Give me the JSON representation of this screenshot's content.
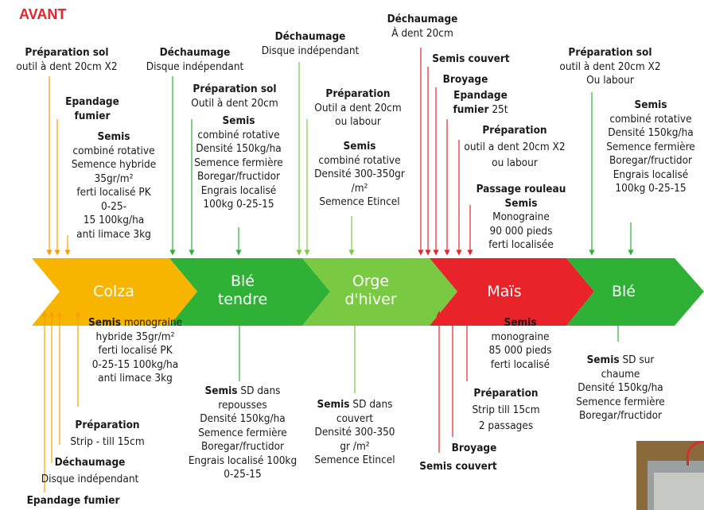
{
  "title": "AVANT",
  "crops": [
    {
      "label_l1": "Colza",
      "label_l2": "",
      "color": "#f7b500"
    },
    {
      "label_l1": "Blé",
      "label_l2": "tendre",
      "color": "#2eb135"
    },
    {
      "label_l1": "Orge",
      "label_l2": "d'hiver",
      "color": "#7ac943"
    },
    {
      "label_l1": "Maïs",
      "label_l2": "",
      "color": "#e8232a"
    },
    {
      "label_l1": "Blé",
      "label_l2": "",
      "color": "#2eb135"
    }
  ],
  "top": {
    "colza_prep": [
      "Préparation sol",
      "outil à dent 20cm X2"
    ],
    "colza_epandage": [
      "Epandage",
      "fumier"
    ],
    "colza_semis": [
      "Semis",
      "combiné rotative",
      "Semence hybride",
      "35gr/m²",
      "ferti localisé PK",
      "0-25-",
      "15 100kg/ha",
      "anti limace 3kg"
    ],
    "ble_dechaumage": [
      "Déchaumage",
      "Disque indépendant"
    ],
    "ble_prep": [
      "Préparation sol",
      "Outil à dent 20cm"
    ],
    "ble_semis": [
      "Semis",
      "combiné rotative",
      "Densité 150kg/ha",
      "Semence fermière",
      "Boregar/fructidor",
      "Engrais localisé",
      "100kg 0-25-15"
    ],
    "orge_dechaumage": [
      "Déchaumage",
      "Disque indépendant"
    ],
    "orge_prep": [
      "Préparation",
      "Outil a dent 20cm",
      "ou labour"
    ],
    "orge_semis": [
      "Semis",
      "combiné rotative",
      "Densité 300-350gr",
      "/m²",
      "Semence Etincel"
    ],
    "mais_dechaumage": [
      "Déchaumage",
      "À dent 20cm"
    ],
    "mais_semis_couvert": "Semis couvert",
    "mais_broyage": "Broyage",
    "mais_epandage_b": [
      "Epandage",
      "fumier"
    ],
    "mais_epandage_n": "25t",
    "mais_prep": [
      "Préparation",
      "outil a dent 20cm X2",
      "ou labour"
    ],
    "mais_passage": [
      "Passage rouleau",
      "Semis"
    ],
    "mais_semis": [
      "Monograine",
      "90 000 pieds",
      "ferti localisée"
    ],
    "ble2_prep": [
      "Préparation sol",
      "outil à dent 20cm X2",
      "Ou labour"
    ],
    "ble2_semis": [
      "Semis",
      "combiné rotative",
      "Densité 150kg/ha",
      "Semence fermière",
      "Boregar/fructidor",
      "Engrais localisé",
      "100kg 0-25-15"
    ]
  },
  "bottom": {
    "colza_semis_b": "Semis",
    "colza_semis": [
      "monograine",
      "hybride 35gr/m²",
      "ferti localisé PK",
      "0-25-15 100kg/ha",
      "anti limace 3kg"
    ],
    "colza_prep": [
      "Préparation",
      "Strip - till 15cm"
    ],
    "colza_dechaumage": [
      "Déchaumage",
      "Disque indépendant"
    ],
    "colza_epandage": "Epandage fumier",
    "ble_semis_b": "Semis",
    "ble_semis": [
      "SD dans",
      "repousses",
      "Densité 150kg/ha",
      "Semence fermière",
      "Boregar/fructidor",
      "Engrais localisé 100kg",
      "0-25-15"
    ],
    "orge_semis_b": "Semis",
    "orge_semis": [
      "SD dans",
      "couvert",
      "Densité 300-350",
      "gr /m²",
      "Semence Etincel"
    ],
    "mais_semis": [
      "Semis",
      "monograine",
      "85 000 pieds",
      "ferti localisé"
    ],
    "mais_prep": [
      "Préparation",
      "Strip till 15cm",
      "2 passages"
    ],
    "mais_broyage": "Broyage",
    "mais_couvert": "Semis couvert",
    "ble2_semis_b": "Semis",
    "ble2_semis": [
      "SD sur",
      "chaume",
      "Densité 150kg/ha",
      "Semence fermière",
      "Boregar/fructidor"
    ]
  },
  "colors": {
    "orange": "#f7b500",
    "dark_green": "#2eb135",
    "light_green": "#7ac943",
    "red": "#e8232a",
    "title_red": "#e8232a"
  }
}
